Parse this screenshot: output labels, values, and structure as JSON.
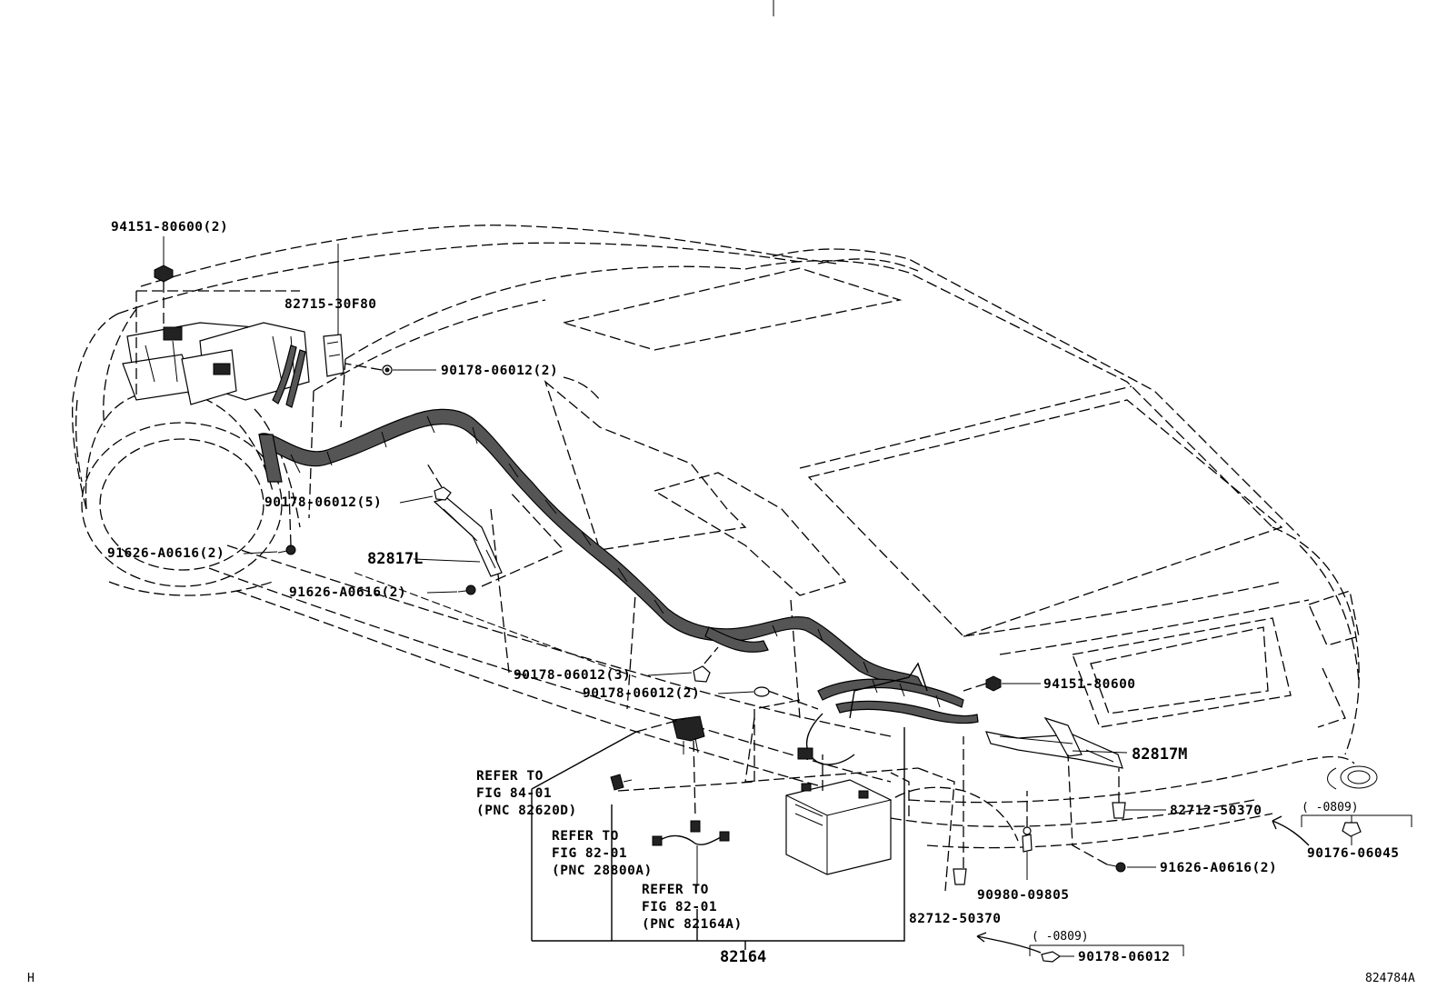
{
  "labels": {
    "p94151_80600_2": "94151-80600(2)",
    "p82715_30F80": "82715-30F80",
    "p90178_06012_2_top": "90178-06012(2)",
    "p90178_06012_5": "90178-06012(5)",
    "p91626_A0616_2_a": "91626-A0616(2)",
    "p82817L": "82817L",
    "p91626_A0616_2_b": "91626-A0616(2)",
    "p90178_06012_3": "90178-06012(3)",
    "p90178_06012_2_mid": "90178-06012(2)",
    "p94151_80600": "94151-80600",
    "p82817M": "82817M",
    "p82712_50370_a": "82712-50370",
    "p0809_a": "(      -0809)",
    "p90176_06045": "90176-06045",
    "p91626_A0616_2_c": "91626-A0616(2)",
    "p90980_09805": "90980-09805",
    "p82712_50370_b": "82712-50370",
    "p0809_b": "(      -0809)",
    "p90178_06012_bottom": "90178-06012",
    "p82164": "82164",
    "ref1_l1": "REFER TO",
    "ref1_l2": "FIG 84-01",
    "ref1_l3": "(PNC 82620D)",
    "ref2_l1": "REFER TO",
    "ref2_l2": "FIG 82-01",
    "ref2_l3": "(PNC 28800A)",
    "ref3_l1": "REFER TO",
    "ref3_l2": "FIG 82-01",
    "ref3_l3": "(PNC 82164A)",
    "corner_left": "H",
    "corner_right": "824784A"
  }
}
